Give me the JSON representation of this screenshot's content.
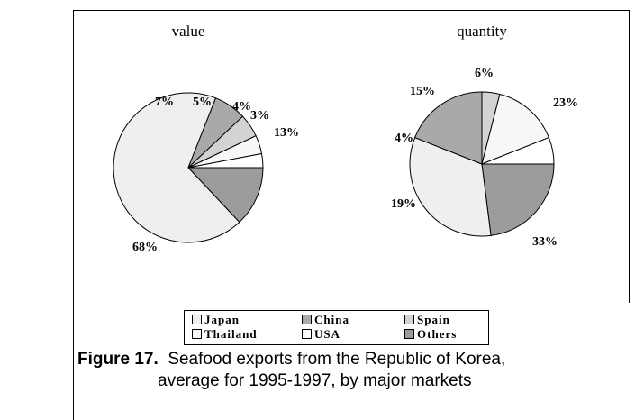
{
  "colors": {
    "Japan": "#efefef",
    "China": "#a9a9a9",
    "Spain": "#d3d3d3",
    "Thailand": "#f7f7f7",
    "USA": "#ffffff",
    "Others": "#9c9c9c"
  },
  "chart_data": [
    {
      "type": "pie",
      "title": "value",
      "slices": [
        {
          "label": "Others",
          "value": 13,
          "text": "13%"
        },
        {
          "label": "Japan",
          "value": 68,
          "text": "68%"
        },
        {
          "label": "China",
          "value": 7,
          "text": "7%"
        },
        {
          "label": "Spain",
          "value": 5,
          "text": "5%"
        },
        {
          "label": "Thailand",
          "value": 4,
          "text": "4%"
        },
        {
          "label": "USA",
          "value": 3,
          "text": "3%"
        }
      ]
    },
    {
      "type": "pie",
      "title": "quantity",
      "slices": [
        {
          "label": "Others",
          "value": 23,
          "text": "23%"
        },
        {
          "label": "Japan",
          "value": 33,
          "text": "33%"
        },
        {
          "label": "China",
          "value": 19,
          "text": "19%"
        },
        {
          "label": "Spain",
          "value": 4,
          "text": "4%"
        },
        {
          "label": "Thailand",
          "value": 15,
          "text": "15%"
        },
        {
          "label": "USA",
          "value": 6,
          "text": "6%"
        }
      ]
    }
  ],
  "legend": [
    {
      "label": "Japan"
    },
    {
      "label": "China"
    },
    {
      "label": "Spain"
    },
    {
      "label": "Thailand"
    },
    {
      "label": "USA"
    },
    {
      "label": "Others"
    }
  ],
  "caption": {
    "figure_label": "Figure 17.",
    "line1": "Seafood exports from the Republic of Korea,",
    "line2": "average for 1995-1997, by major markets"
  }
}
